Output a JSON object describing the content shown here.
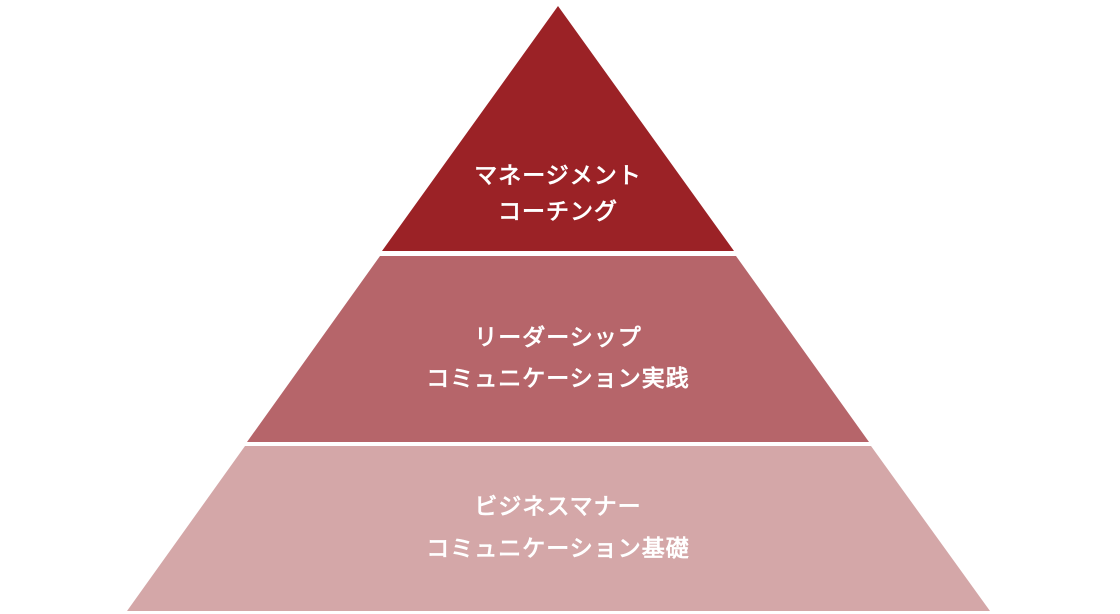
{
  "pyramid": {
    "tiers": [
      {
        "line1": "マネージメント",
        "line2": "コーチング",
        "color": "#9b2226"
      },
      {
        "line1": "リーダーシップ",
        "line2": "コミュニケーション実践",
        "color": "#b6656a"
      },
      {
        "line1": "ビジネスマナー",
        "line2": "コミュニケーション基礎",
        "color": "#d4a7a8"
      }
    ]
  }
}
